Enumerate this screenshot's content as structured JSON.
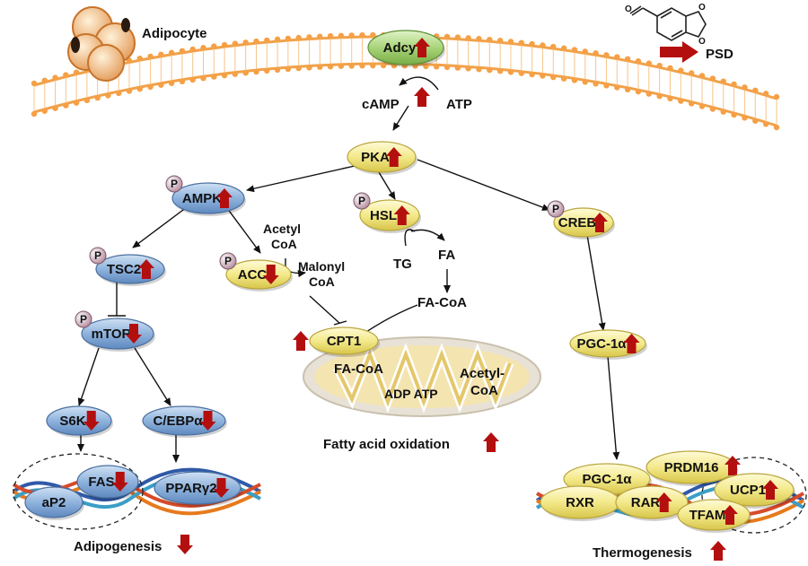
{
  "labels": {
    "adipocyte": "Adipocyte",
    "psd": "PSD",
    "camp": "cAMP",
    "atp_top": "ATP",
    "acetyl_coa_l1": "Acetyl",
    "acetyl_coa_l2": "CoA",
    "malonyl_coa_l1": "Malonyl",
    "malonyl_coa_l2": "CoA",
    "tg": "TG",
    "fa": "FA",
    "fa_coa": "FA-CoA",
    "mito_fa_coa": "FA-CoA",
    "mito_acetyl_l1": "Acetyl-",
    "mito_acetyl_l2": "CoA",
    "adp_atp": "ADP ATP",
    "fatty_acid_oxidation": "Fatty acid oxidation",
    "adipogenesis": "Adipogenesis",
    "thermogenesis": "Thermogenesis",
    "phospho": "P"
  },
  "nodes": {
    "adcy": "Adcy",
    "pka": "PKA",
    "ampk": "AMPK",
    "hsl": "HSL",
    "creb": "CREB",
    "tsc2": "TSC2",
    "acc": "ACC",
    "mtor": "mTOR",
    "cpt1": "CPT1",
    "pgc1a": "PGC-1α",
    "s6k": "S6K",
    "cebpa": "C/EBPα",
    "fas": "FAS",
    "ap2": "aP2",
    "ppary2": "PPARγ2",
    "pgc1a_dna": "PGC-1α",
    "prdm16": "PRDM16",
    "rxr": "RXR",
    "rar": "RAR",
    "ucp1": "UCP1",
    "tfam": "TFAM"
  },
  "regulation": {
    "adcy": "up",
    "camp": "up",
    "pka": "up",
    "ampk": "up",
    "hsl": "up",
    "creb": "up",
    "tsc2": "up",
    "acc": "down",
    "mtor": "down",
    "cpt1": "up",
    "pgc1a": "up",
    "s6k": "down",
    "cebpa": "down",
    "fas": "down",
    "ppary2": "down",
    "prdm16": "up",
    "rar": "up",
    "ucp1": "up",
    "tfam": "up",
    "fatty_acid_oxidation": "up",
    "adipogenesis": "down",
    "thermogenesis": "up",
    "psd": "treatment"
  },
  "colors": {
    "blue_node": "#8fb3dd",
    "yellow_node": "#f3e98a",
    "green_node": "#a9d47a",
    "membrane": "#f0a24a",
    "arrow_red": "#b40f0f",
    "mito_fill": "#f4e4b0"
  }
}
